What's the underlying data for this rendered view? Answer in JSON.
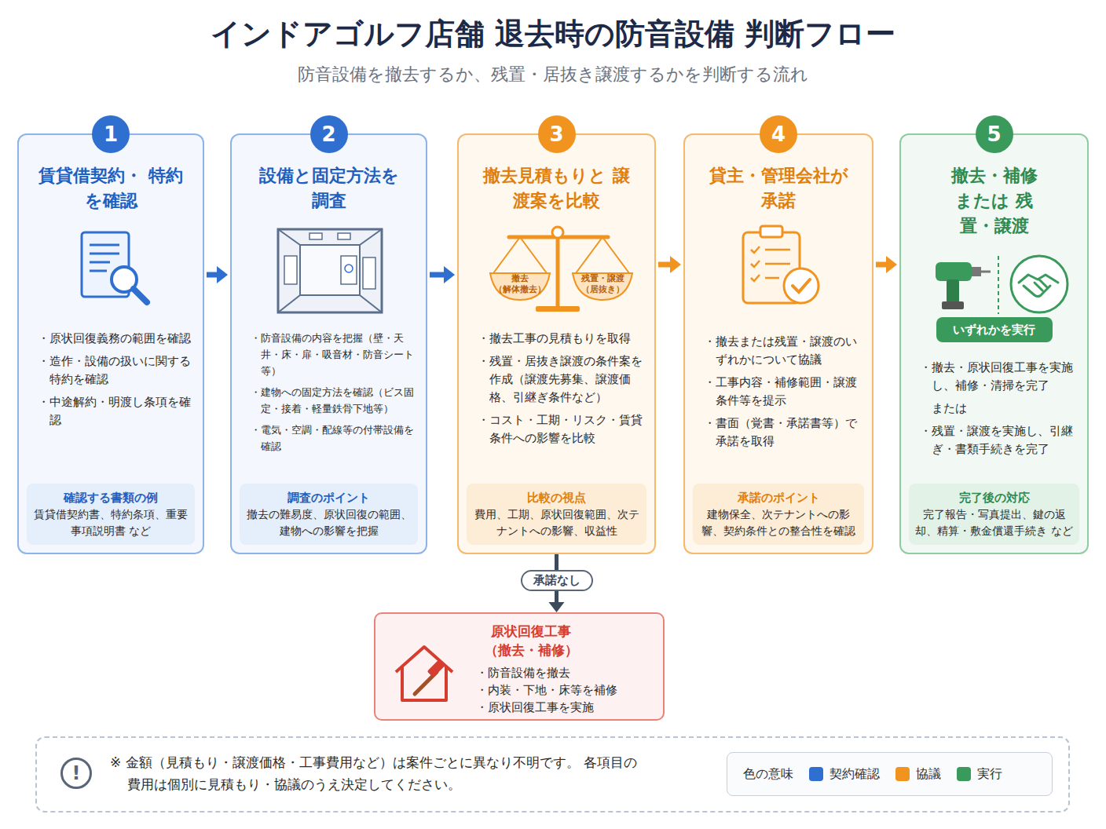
{
  "diagram": {
    "title": "インドアゴルフ店舗 退去時の防音設備 判断フロー",
    "caption": "防音設備を撤去するか、残置・居抜き譲渡するかを判断する流れ",
    "nodes": [
      {
        "text": [
          "賃貸借契約・ 特約を確認",
          "・原状回復義務の範囲を確認",
          "・造作・設備の扱いに関する特約を確認",
          "・中途解約・明渡し条項を確認"
        ]
      },
      {
        "text": [
          "1"
        ],
        "in": 0
      },
      {
        "text": [
          "確認する書類の例",
          "賃貸借契約書、特約条項、重要事項説明書 など"
        ],
        "in": 0
      },
      {
        "text": [
          "設備と固定方法を 調査",
          "・防音設備の内容を把握（壁・天井・床・扉・吸音材・防音シート等）",
          "・建物への固定方法を確認（ビス固定・接着・軽量鉄骨下地等）",
          "・電気・空調・配線等の付帯設備を確認"
        ]
      },
      {
        "text": [
          "2"
        ],
        "in": 3
      },
      {
        "text": [
          "調査のポイント",
          "撤去の難易度、原状回復の範囲、建物への影響を把握"
        ],
        "in": 3
      },
      {
        "text": [
          "撤去見積もりと 譲渡案を比較",
          "・撤去工事の見積もりを取得",
          "・残置・居抜き譲渡の条件案を作成（譲渡先募集、譲渡価格、引継ぎ条件など）",
          "・コスト・工期・リスク・賃貸条件への影響を比較"
        ]
      },
      {
        "text": [
          "3"
        ],
        "in": 6
      },
      {
        "text": [
          "比較の視点",
          "費用、工期、原状回復範囲、次テナントへの影響、収益性"
        ],
        "in": 6
      },
      {
        "text": [
          "貸主・管理会社が 承諾",
          "・撤去または残置・譲渡のいずれかについて協議",
          "・工事内容・補修範囲・譲渡条件等を提示",
          "・書面（覚書・承諾書等）で承諾を取得"
        ]
      },
      {
        "text": [
          "4"
        ],
        "in": 9
      },
      {
        "text": [
          "承諾のポイント",
          "建物保全、次テナントへの影響、契約条件との整合性を確認"
        ],
        "in": 9
      },
      {
        "text": [
          "撤去・補修 または 残置・譲渡",
          "・撤去・原状回復工事を実施し、補修・清掃を完了",
          "または",
          "・残置・譲渡を実施し、引継ぎ・書類手続きを完了"
        ]
      },
      {
        "text": [
          "5"
        ],
        "in": 12
      },
      {
        "text": [
          "いずれかを実行"
        ],
        "in": 12
      },
      {
        "text": [
          "完了後の対応",
          "完了報告・写真提出、鍵の返却、精算・敷金償還手続き など"
        ],
        "in": 12
      },
      {
        "text": [
          "原状回復工事 （撤去・補修）",
          "・防音設備を撤去",
          "・内装・下地・床等を補修",
          "・原状回復工事を実施"
        ]
      },
      {
        "text": [
          "※ 金額（見積もり・譲渡価格・工事費用など）は案件ごとに異なり不明です。 各項目の費用は個別に見積もり・協議のうえ決定してください。"
        ]
      },
      {
        "text": [
          "!"
        ],
        "in": 17
      },
      {
        "text": [
          "色の意味"
        ],
        "in": 17
      }
    ],
    "edges": [
      {
        "from": 0,
        "to": 3,
        "arrow": "to"
      },
      {
        "from": 3,
        "to": 6,
        "arrow": "to"
      },
      {
        "from": 6,
        "to": 9,
        "arrow": "to"
      },
      {
        "from": 9,
        "to": 12,
        "arrow": "to"
      },
      {
        "from": 6,
        "to": 16,
        "label": "承諾なし",
        "arrow": "to"
      }
    ],
    "labels": [
      "撤去",
      "（解体撤去）",
      "残置・譲渡",
      "（居抜き）"
    ],
    "legend": [
      {
        "text": "契約確認",
        "color": "#2f6fd0"
      },
      {
        "text": "協議",
        "color": "#f0941f"
      },
      {
        "text": "実行",
        "color": "#3a9a5c"
      }
    ]
  }
}
